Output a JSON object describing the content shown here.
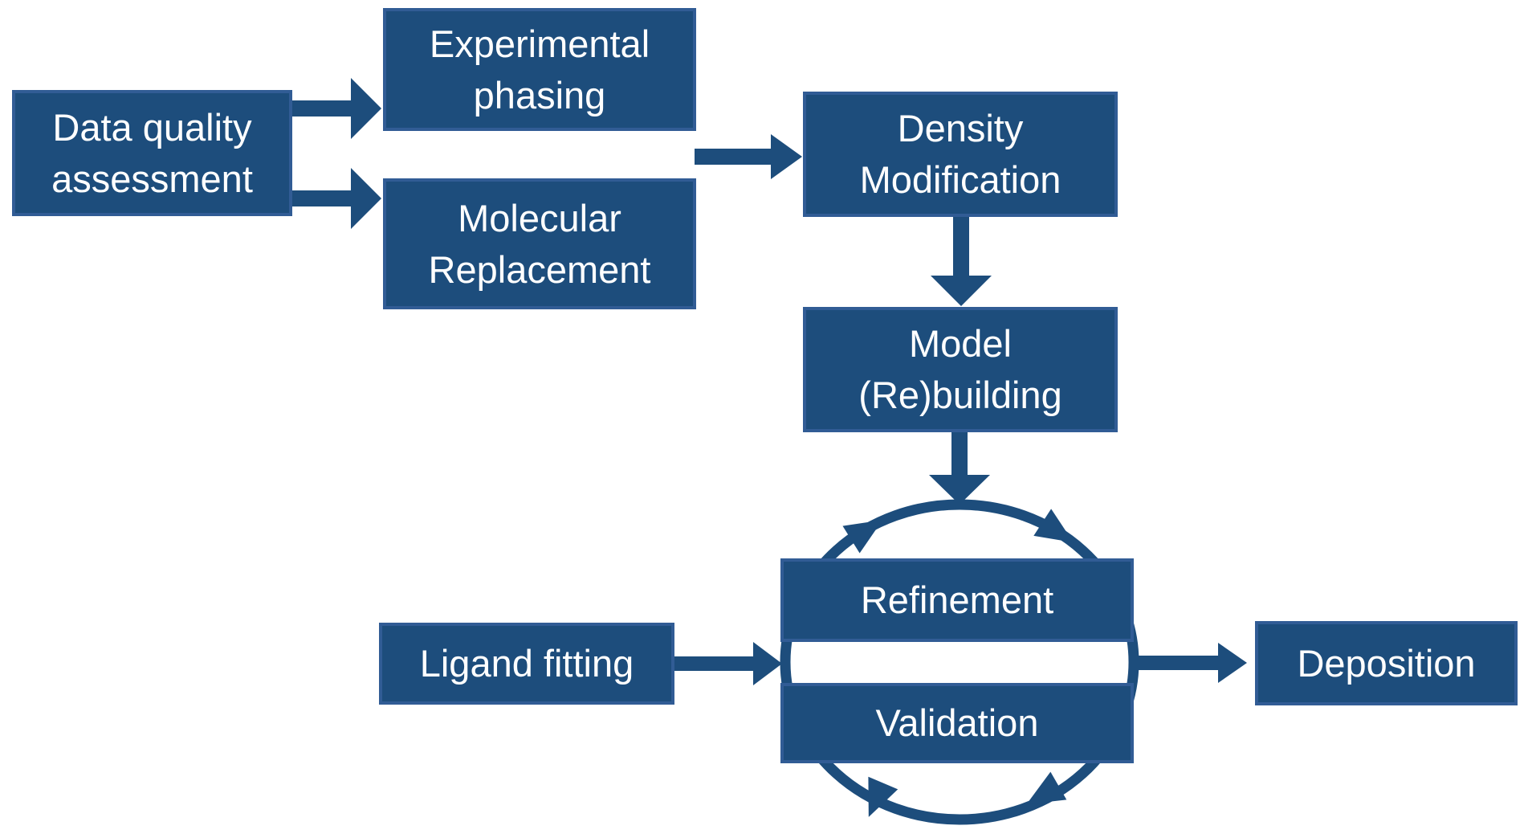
{
  "colors": {
    "box_fill": "#1D4D7C",
    "box_border": "#315C95",
    "arrow_fill": "#1D4D7C",
    "text_color": "#FFFFFF",
    "page_bg": "#FFFFFF"
  },
  "diagram": {
    "nodes": {
      "data_quality_assessment": {
        "label": "Data quality\nassessment"
      },
      "experimental_phasing": {
        "label": "Experimental\nphasing"
      },
      "molecular_replacement": {
        "label": "Molecular\nReplacement"
      },
      "density_modification": {
        "label": "Density\nModification"
      },
      "model_rebuilding": {
        "label": "Model\n(Re)building"
      },
      "refinement": {
        "label": "Refinement"
      },
      "validation": {
        "label": "Validation"
      },
      "ligand_fitting": {
        "label": "Ligand fitting"
      },
      "deposition": {
        "label": "Deposition"
      }
    },
    "edges": [
      {
        "from": "data-quality-assessment",
        "to": "experimental-phasing"
      },
      {
        "from": "data-quality-assessment",
        "to": "molecular-replacement"
      },
      {
        "from": "experimental-phasing + molecular-replacement",
        "to": "density-modification"
      },
      {
        "from": "density-modification",
        "to": "model-rebuilding"
      },
      {
        "from": "model-rebuilding",
        "to": "refinement-validation-cycle"
      },
      {
        "from": "ligand-fitting",
        "to": "refinement-validation-cycle"
      },
      {
        "from": "refinement-validation-cycle",
        "to": "deposition"
      }
    ],
    "cycle": {
      "members": [
        "refinement",
        "validation"
      ],
      "direction": "clockwise",
      "arrowheads": 4
    }
  }
}
